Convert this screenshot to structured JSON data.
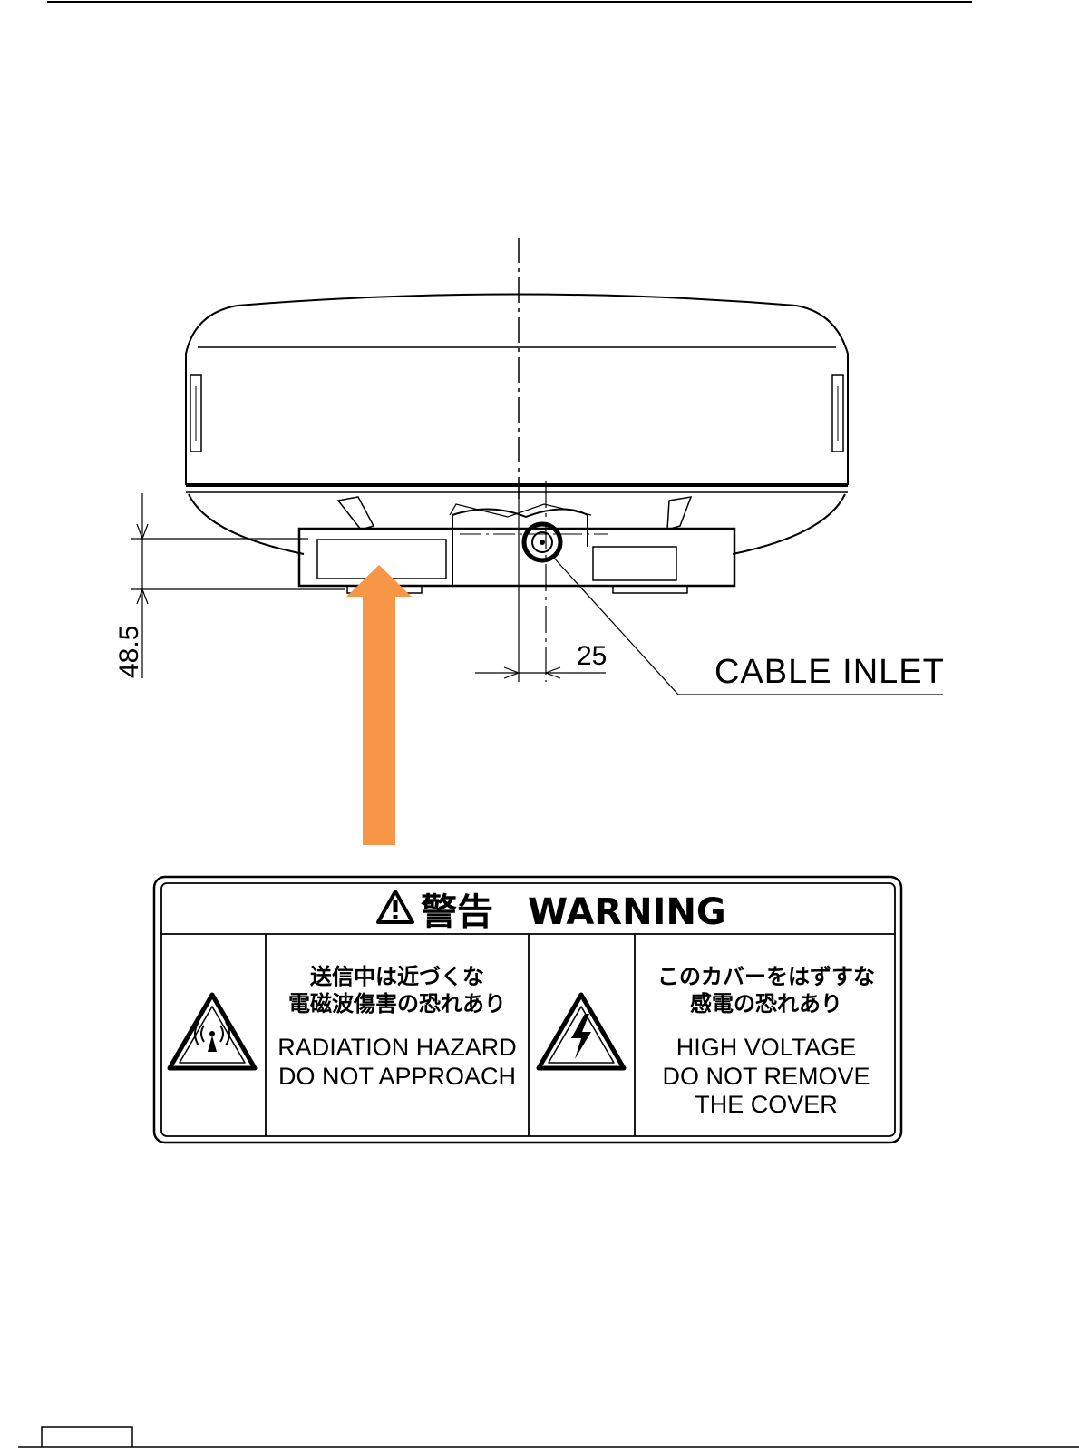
{
  "drawing": {
    "dimension_height": "48.5",
    "dimension_offset": "25",
    "callout": "CABLE INLET"
  },
  "arrow": {
    "color": "#F79646"
  },
  "warning_label": {
    "title_jp": "警告",
    "title_en": "WARNING",
    "left_panel": {
      "icon": "radiation-hazard-icon",
      "jp_line1": "送信中は近づくな",
      "jp_line2": "電磁波傷害の恐れあり",
      "en_line1": "RADIATION  HAZARD",
      "en_line2": "DO  NOT  APPROACH"
    },
    "right_panel": {
      "icon": "high-voltage-icon",
      "jp_line1": "このカバーをはずすな",
      "jp_line2": "感電の恐れあり",
      "en_line1": "HIGH VOLTAGE",
      "en_line2": "DO  NOT  REMOVE",
      "en_line3": "THE  COVER"
    }
  }
}
